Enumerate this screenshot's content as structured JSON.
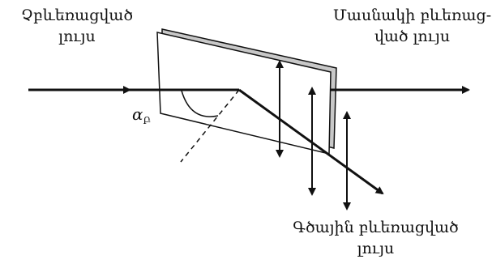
{
  "labels": {
    "unpolarized": {
      "line1": "Չբևեռացված",
      "line2": "լույս"
    },
    "partially_polarized": {
      "line1": "Մասնակի բևեռաց-",
      "line2": "ված լույս"
    },
    "linearly_polarized": {
      "line1": "Գծային բևեռացված",
      "line2": "լույս"
    }
  },
  "angle": {
    "symbol": "α",
    "subscript": "Բ"
  },
  "colors": {
    "ink": "#111111",
    "plate_back": "#c8c8c8",
    "plate_front": "#ffffff"
  }
}
